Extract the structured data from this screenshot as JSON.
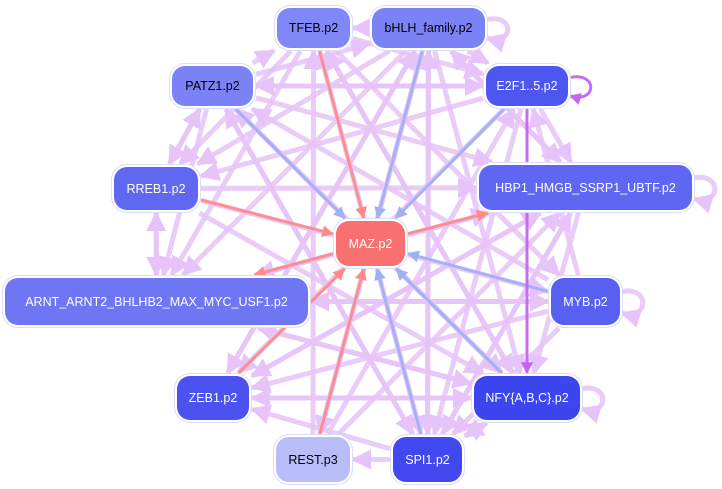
{
  "graph": {
    "title": "",
    "edge_colors": {
      "default": "#e6c3f8",
      "strong": "#c565ee",
      "positive": "#ff8a8a",
      "negative": "#9fb0f5"
    },
    "nodes": [
      {
        "id": "TFEB",
        "label": "TFEB.p2",
        "color": "#8088f8",
        "text_color": "#000000"
      },
      {
        "id": "bHLH",
        "label": "bHLH_family.p2",
        "color": "#7a82f5",
        "text_color": "#000000"
      },
      {
        "id": "PATZ1",
        "label": "PATZ1.p2",
        "color": "#7a82f5",
        "text_color": "#000000"
      },
      {
        "id": "E2F",
        "label": "E2F1..5.p2",
        "color": "#4e56f0",
        "text_color": "#ffffff"
      },
      {
        "id": "RREB1",
        "label": "RREB1.p2",
        "color": "#6068f2",
        "text_color": "#ffffff"
      },
      {
        "id": "HBP1",
        "label": "HBP1_HMGB_SSRP1_UBTF.p2",
        "color": "#5f67f2",
        "text_color": "#ffffff"
      },
      {
        "id": "MAZ",
        "label": "MAZ.p2",
        "color": "#f87070",
        "text_color": "#ffffff"
      },
      {
        "id": "ARNT",
        "label": "ARNT_ARNT2_BHLHB2_MAX_MYC_USF1.p2",
        "color": "#6e76f3",
        "text_color": "#ffffff"
      },
      {
        "id": "MYB",
        "label": "MYB.p2",
        "color": "#5860f1",
        "text_color": "#ffffff"
      },
      {
        "id": "ZEB1",
        "label": "ZEB1.p2",
        "color": "#4b52f0",
        "text_color": "#ffffff"
      },
      {
        "id": "NFY",
        "label": "NFY{A,B,C}.p2",
        "color": "#3d45ee",
        "text_color": "#ffffff"
      },
      {
        "id": "REST",
        "label": "REST.p3",
        "color": "#b8bcf9",
        "text_color": "#000000"
      },
      {
        "id": "SPI1",
        "label": "SPI1.p2",
        "color": "#4248ef",
        "text_color": "#ffffff"
      }
    ],
    "edges": [
      {
        "from": "bHLH",
        "to": "TFEB",
        "type": "default"
      },
      {
        "from": "bHLH",
        "to": "bHLH",
        "type": "default"
      },
      {
        "from": "E2F",
        "to": "E2F",
        "type": "strong"
      },
      {
        "from": "HBP1",
        "to": "HBP1",
        "type": "default"
      },
      {
        "from": "MYB",
        "to": "MYB",
        "type": "default"
      },
      {
        "from": "NFY",
        "to": "NFY",
        "type": "default"
      },
      {
        "from": "SPI1",
        "to": "REST",
        "type": "default"
      },
      {
        "from": "MAZ",
        "to": "HBP1",
        "type": "positive"
      },
      {
        "from": "MYB",
        "to": "MAZ",
        "type": "negative"
      },
      {
        "from": "PATZ1",
        "to": "MAZ",
        "type": "negative"
      },
      {
        "from": "bHLH",
        "to": "MAZ",
        "type": "negative"
      },
      {
        "from": "TFEB",
        "to": "MAZ",
        "type": "positive"
      },
      {
        "from": "E2F",
        "to": "MAZ",
        "type": "negative"
      },
      {
        "from": "RREB1",
        "to": "MAZ",
        "type": "positive"
      },
      {
        "from": "MAZ",
        "to": "ARNT",
        "type": "positive"
      },
      {
        "from": "SPI1",
        "to": "MAZ",
        "type": "negative"
      },
      {
        "from": "REST",
        "to": "MAZ",
        "type": "positive"
      },
      {
        "from": "NFY",
        "to": "MAZ",
        "type": "negative"
      },
      {
        "from": "ZEB1",
        "to": "MAZ",
        "type": "positive"
      },
      {
        "from": "E2F",
        "to": "NFY",
        "type": "strong"
      },
      {
        "from": "PATZ1",
        "to": "E2F",
        "type": "default"
      },
      {
        "from": "PATZ1",
        "to": "HBP1",
        "type": "default"
      },
      {
        "from": "PATZ1",
        "to": "TFEB",
        "type": "default"
      },
      {
        "from": "PATZ1",
        "to": "bHLH",
        "type": "default"
      },
      {
        "from": "PATZ1",
        "to": "RREB1",
        "type": "default"
      },
      {
        "from": "PATZ1",
        "to": "ARNT",
        "type": "default"
      },
      {
        "from": "PATZ1",
        "to": "NFY",
        "type": "default"
      },
      {
        "from": "PATZ1",
        "to": "SPI1",
        "type": "default"
      },
      {
        "from": "TFEB",
        "to": "E2F",
        "type": "default"
      },
      {
        "from": "TFEB",
        "to": "RREB1",
        "type": "default"
      },
      {
        "from": "TFEB",
        "to": "ARNT",
        "type": "default"
      },
      {
        "from": "TFEB",
        "to": "MYB",
        "type": "default"
      },
      {
        "from": "TFEB",
        "to": "NFY",
        "type": "default"
      },
      {
        "from": "bHLH",
        "to": "E2F",
        "type": "default"
      },
      {
        "from": "bHLH",
        "to": "RREB1",
        "type": "default"
      },
      {
        "from": "bHLH",
        "to": "ARNT",
        "type": "default"
      },
      {
        "from": "bHLH",
        "to": "SPI1",
        "type": "default"
      },
      {
        "from": "bHLH",
        "to": "ZEB1",
        "type": "default"
      },
      {
        "from": "bHLH",
        "to": "NFY",
        "type": "default"
      },
      {
        "from": "bHLH",
        "to": "HBP1",
        "type": "default"
      },
      {
        "from": "bHLH",
        "to": "REST",
        "type": "default"
      },
      {
        "from": "E2F",
        "to": "HBP1",
        "type": "default"
      },
      {
        "from": "E2F",
        "to": "PATZ1",
        "type": "default"
      },
      {
        "from": "E2F",
        "to": "RREB1",
        "type": "default"
      },
      {
        "from": "E2F",
        "to": "ZEB1",
        "type": "default"
      },
      {
        "from": "E2F",
        "to": "SPI1",
        "type": "default"
      },
      {
        "from": "RREB1",
        "to": "HBP1",
        "type": "default"
      },
      {
        "from": "RREB1",
        "to": "ARNT",
        "type": "default"
      },
      {
        "from": "RREB1",
        "to": "NFY",
        "type": "default"
      },
      {
        "from": "RREB1",
        "to": "MYB",
        "type": "default"
      },
      {
        "from": "RREB1",
        "to": "PATZ1",
        "type": "default"
      },
      {
        "from": "HBP1",
        "to": "ARNT",
        "type": "default"
      },
      {
        "from": "HBP1",
        "to": "ZEB1",
        "type": "default"
      },
      {
        "from": "HBP1",
        "to": "SPI1",
        "type": "default"
      },
      {
        "from": "HBP1",
        "to": "NFY",
        "type": "default"
      },
      {
        "from": "HBP1",
        "to": "bHLH",
        "type": "default"
      },
      {
        "from": "ARNT",
        "to": "MYB",
        "type": "default"
      },
      {
        "from": "ARNT",
        "to": "NFY",
        "type": "default"
      },
      {
        "from": "ARNT",
        "to": "HBP1",
        "type": "default"
      },
      {
        "from": "ARNT",
        "to": "RREB1",
        "type": "default"
      },
      {
        "from": "MYB",
        "to": "ARNT",
        "type": "default"
      },
      {
        "from": "MYB",
        "to": "ZEB1",
        "type": "default"
      },
      {
        "from": "MYB",
        "to": "SPI1",
        "type": "default"
      },
      {
        "from": "MYB",
        "to": "E2F",
        "type": "default"
      },
      {
        "from": "MYB",
        "to": "PATZ1",
        "type": "default"
      },
      {
        "from": "ZEB1",
        "to": "NFY",
        "type": "default"
      },
      {
        "from": "ZEB1",
        "to": "HBP1",
        "type": "default"
      },
      {
        "from": "ZEB1",
        "to": "bHLH",
        "type": "default"
      },
      {
        "from": "NFY",
        "to": "ZEB1",
        "type": "default"
      },
      {
        "from": "NFY",
        "to": "ARNT",
        "type": "default"
      },
      {
        "from": "NFY",
        "to": "PATZ1",
        "type": "default"
      },
      {
        "from": "NFY",
        "to": "TFEB",
        "type": "default"
      },
      {
        "from": "NFY",
        "to": "SPI1",
        "type": "default"
      },
      {
        "from": "SPI1",
        "to": "ZEB1",
        "type": "default"
      },
      {
        "from": "SPI1",
        "to": "NFY",
        "type": "default"
      },
      {
        "from": "SPI1",
        "to": "HBP1",
        "type": "default"
      },
      {
        "from": "SPI1",
        "to": "bHLH",
        "type": "default"
      },
      {
        "from": "SPI1",
        "to": "TFEB",
        "type": "default"
      },
      {
        "from": "SPI1",
        "to": "PATZ1",
        "type": "default"
      },
      {
        "from": "REST",
        "to": "bHLH",
        "type": "default"
      },
      {
        "from": "REST",
        "to": "TFEB",
        "type": "default"
      },
      {
        "from": "REST",
        "to": "E2F",
        "type": "default"
      },
      {
        "from": "REST",
        "to": "HBP1",
        "type": "default"
      },
      {
        "from": "MAZ",
        "to": "SPI1",
        "type": "default"
      },
      {
        "from": "MAZ",
        "to": "NFY",
        "type": "default"
      }
    ]
  }
}
